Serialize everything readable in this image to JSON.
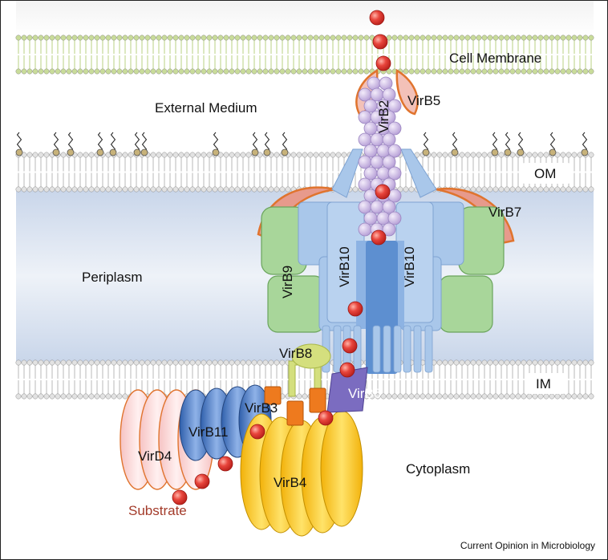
{
  "labels": {
    "cell_membrane": "Cell Membrane",
    "virb5": "VirB5",
    "virb2": "VirB2",
    "external_medium": "External Medium",
    "om": "OM",
    "virb7": "VirB7",
    "periplasm": "Periplasm",
    "virb9": "VirB9",
    "virb10_left": "VirB10",
    "virb10_right": "VirB10",
    "virb8": "VirB8",
    "im": "IM",
    "virb6": "VirB6",
    "virb3": "VirB3",
    "virb11": "VirB11",
    "vird4": "VirD4",
    "virb4": "VirB4",
    "cytoplasm": "Cytoplasm",
    "substrate": "Substrate"
  },
  "credit": "Current Opinion in Microbiology",
  "colors": {
    "membrane_green": "#9bbf4e",
    "bilayer_gray": "#a8a8a8",
    "periplasm_blue": "#dde6f2",
    "virb10_blue": "#a9c7ea",
    "virb10_core": "#5d8fd0",
    "virb9_green": "#a8d69a",
    "virb7_salmon": "#e79a8c",
    "virb2_lilac": "#c8b5de",
    "virb4_yellow": "#f6c21c",
    "virb11_blue": "#4f7fc8",
    "virb3_orange": "#ee7a1e",
    "virb6_purple": "#7b6cc0",
    "virb8_lime": "#d4df7e",
    "virb5_pink": "#f3c1b8",
    "vird4_pink": "#f8d2d2",
    "substrate_red": "#e23b36",
    "substrate_label": "#a33b2a"
  }
}
